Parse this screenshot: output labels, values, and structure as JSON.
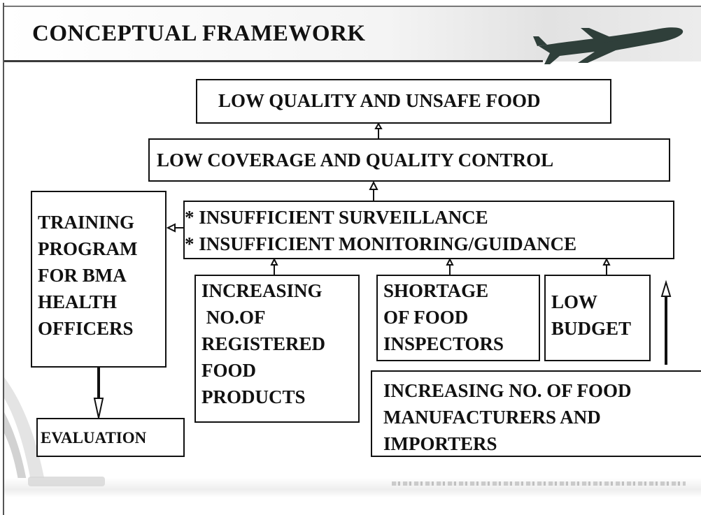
{
  "slide": {
    "title": "CONCEPTUAL FRAMEWORK"
  },
  "diagram": {
    "top_box": "LOW QUALITY AND UNSAFE FOOD",
    "coverage_box": "LOW COVERAGE AND QUALITY CONTROL",
    "insufficient_box": "* INSUFFICIENT SURVEILLANCE\n* INSUFFICIENT MONITORING/GUIDANCE",
    "training_box": "TRAINING\nPROGRAM\nFOR BMA\nHEALTH\nOFFICERS",
    "increasing_box": "INCREASING\n NO.OF\nREGISTERED\nFOOD\nPRODUCTS",
    "shortage_box": "SHORTAGE\nOF FOOD\nINSPECTORS",
    "budget_box": "LOW\nBUDGET",
    "manufacturers_box": "INCREASING NO. OF FOOD\nMANUFACTURERS AND\nIMPORTERS",
    "evaluation_box": "EVALUATION"
  },
  "icons": {
    "header_decoration": "airplane-icon",
    "side_decoration": "swoosh-icon"
  },
  "colors": {
    "text": "#111111",
    "border": "#111111",
    "background": "#ffffff",
    "header_gradient_end": "#e2e2e2"
  }
}
